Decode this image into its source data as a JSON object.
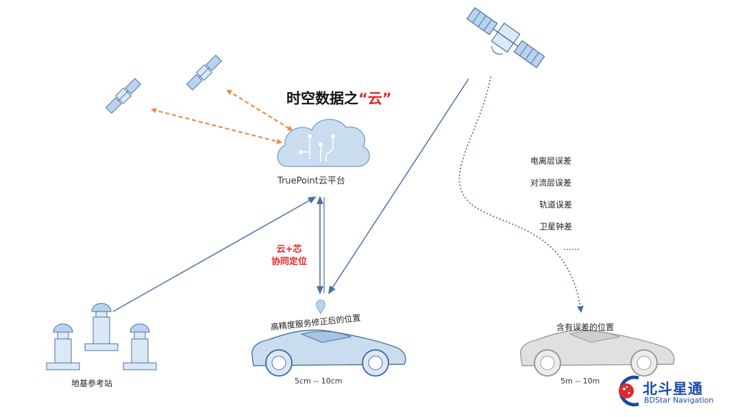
{
  "title": {
    "main": "时空数据之",
    "quoted": "“云”"
  },
  "cloud": {
    "label": "TruePoint云平台"
  },
  "collab": {
    "line1": "云+芯",
    "line2": "协同定位"
  },
  "errors": [
    "电离层误差",
    "对流层误差",
    "轨道误差",
    "卫星钟差",
    "……"
  ],
  "car_hp": {
    "label": "高精度服务修正后的位置",
    "accuracy": "5cm -- 10cm"
  },
  "car_err": {
    "label": "含有误差的位置",
    "accuracy": "5m -- 10m"
  },
  "stations": {
    "label": "地基参考站"
  },
  "logo": {
    "cn": "北斗星通",
    "en": "BDStar Navigation"
  },
  "colors": {
    "orange": "#ee8a3c",
    "blue": "#4a6fa5",
    "cloud": "#c9ddef",
    "red": "#e52424",
    "brand": "#1a4aa8"
  }
}
